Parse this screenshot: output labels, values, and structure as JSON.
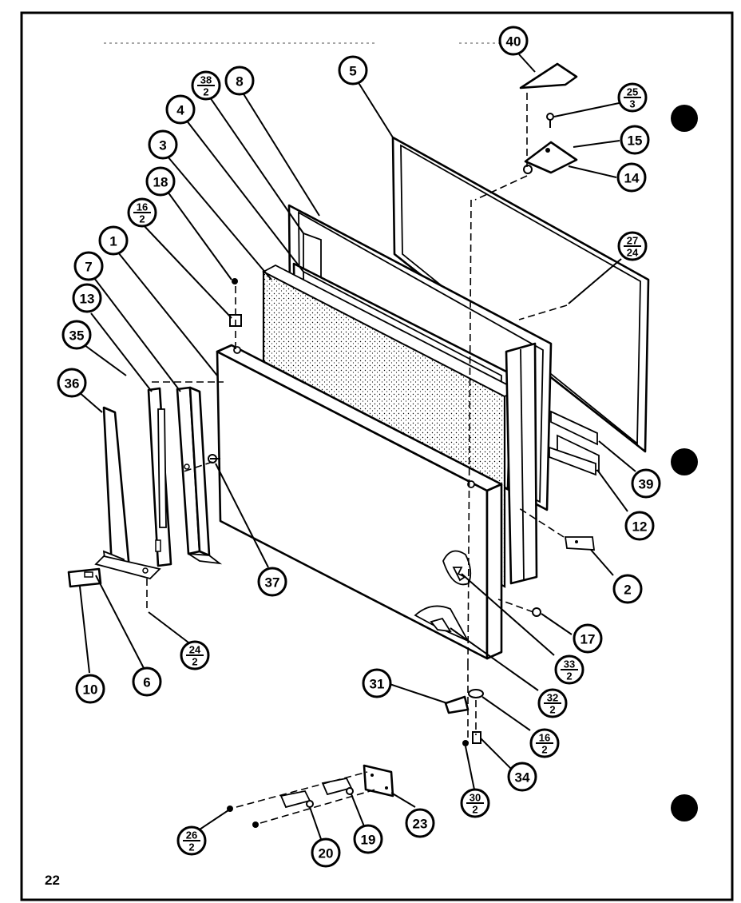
{
  "page": {
    "number": "22"
  },
  "callouts": [
    {
      "id": "c40",
      "label": "40"
    },
    {
      "id": "c25",
      "label": "25",
      "sub": "3"
    },
    {
      "id": "c15",
      "label": "15"
    },
    {
      "id": "c14",
      "label": "14"
    },
    {
      "id": "c5",
      "label": "5"
    },
    {
      "id": "c38",
      "label": "38",
      "sub": "2"
    },
    {
      "id": "c8",
      "label": "8"
    },
    {
      "id": "c4",
      "label": "4"
    },
    {
      "id": "c3",
      "label": "3"
    },
    {
      "id": "c18",
      "label": "18"
    },
    {
      "id": "c16a",
      "label": "16",
      "sub": "2"
    },
    {
      "id": "c1",
      "label": "1"
    },
    {
      "id": "c7",
      "label": "7"
    },
    {
      "id": "c13",
      "label": "13"
    },
    {
      "id": "c35",
      "label": "35"
    },
    {
      "id": "c36",
      "label": "36"
    },
    {
      "id": "c27",
      "label": "27",
      "sub": "24"
    },
    {
      "id": "c39",
      "label": "39"
    },
    {
      "id": "c12",
      "label": "12"
    },
    {
      "id": "c2",
      "label": "2"
    },
    {
      "id": "c37",
      "label": "37"
    },
    {
      "id": "c17",
      "label": "17"
    },
    {
      "id": "c33",
      "label": "33",
      "sub": "2"
    },
    {
      "id": "c32",
      "label": "32",
      "sub": "2"
    },
    {
      "id": "c24",
      "label": "24",
      "sub": "2"
    },
    {
      "id": "c10",
      "label": "10"
    },
    {
      "id": "c6",
      "label": "6"
    },
    {
      "id": "c31",
      "label": "31"
    },
    {
      "id": "c16b",
      "label": "16",
      "sub": "2"
    },
    {
      "id": "c34",
      "label": "34"
    },
    {
      "id": "c30",
      "label": "30",
      "sub": "2"
    },
    {
      "id": "c23",
      "label": "23"
    },
    {
      "id": "c26",
      "label": "26",
      "sub": "2"
    },
    {
      "id": "c20",
      "label": "20"
    },
    {
      "id": "c19",
      "label": "19"
    }
  ]
}
